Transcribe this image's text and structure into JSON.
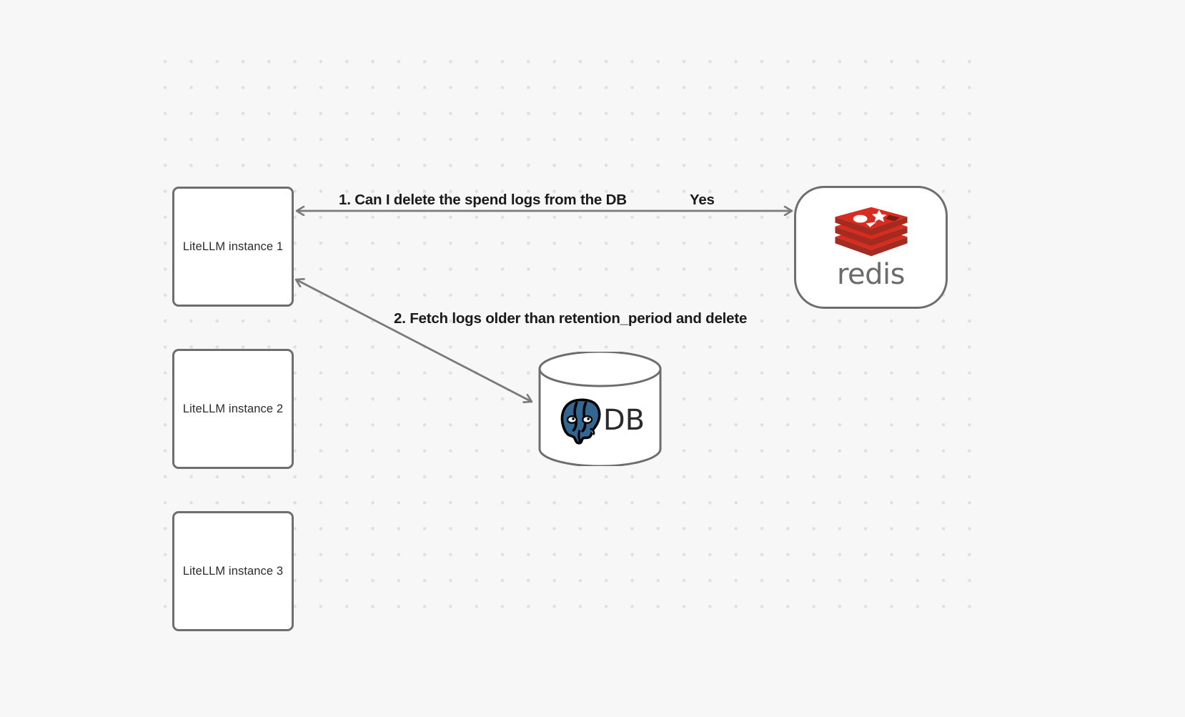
{
  "diagram": {
    "title": "LiteLLM spend log deletion flow",
    "background_color": "#f7f7f7",
    "grid": "dot-grid",
    "nodes": [
      {
        "id": "litellm-1",
        "label": "LiteLLM instance 1",
        "shape": "rounded-rect"
      },
      {
        "id": "litellm-2",
        "label": "LiteLLM instance 2",
        "shape": "rounded-rect"
      },
      {
        "id": "litellm-3",
        "label": "LiteLLM instance 3",
        "shape": "rounded-rect"
      },
      {
        "id": "redis",
        "label": "redis",
        "shape": "rounded-rect",
        "logo": "redis-logo-icon",
        "accent": "#d82c20"
      },
      {
        "id": "db",
        "label": "DB",
        "shape": "cylinder",
        "logo": "postgresql-elephant-icon",
        "accent": "#336791"
      }
    ],
    "edges": [
      {
        "id": "edge-1",
        "from": "litellm-1",
        "to": "redis",
        "label": "1.  Can I delete the spend logs from the DB",
        "reply_label": "Yes",
        "direction": "bidirectional"
      },
      {
        "id": "edge-2",
        "from": "litellm-1",
        "to": "db",
        "label": "2.  Fetch logs older than retention_period and delete",
        "direction": "bidirectional"
      }
    ],
    "labels": {
      "step1": "1.  Can I delete the spend logs from the DB",
      "yes": "Yes",
      "step2": "2.  Fetch logs older than retention_period and delete"
    },
    "colors": {
      "background": "#f7f7f7",
      "grid_dot": "#e0e0e0",
      "node_border": "#6e6e6e",
      "node_fill": "#ffffff",
      "edge": "#7a7a7a",
      "label_text": "#1a1a1a",
      "node_text": "#2b2b2b",
      "redis_red": "#d82c20",
      "redis_gray": "#6b6b6b",
      "postgres_blue": "#336791"
    }
  }
}
